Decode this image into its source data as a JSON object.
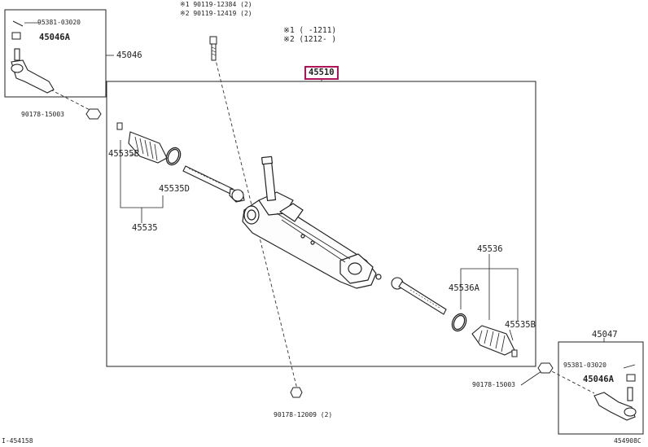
{
  "diagram": {
    "accent_color": "#b0135a",
    "main_assembly": {
      "part_no": "45510"
    },
    "left_tie_rod_end": {
      "part_no": "45046",
      "clip": "95381-03020",
      "nut": "45046A",
      "lock_nut": "90178-15003"
    },
    "right_tie_rod_end": {
      "part_no": "45047",
      "clip": "95381-03020",
      "nut": "45046A",
      "lock_nut": "90178-15003"
    },
    "top_bolt": {
      "line1": "※1 90119-12384 (2)",
      "line2": "※2 90119-12419 (2)"
    },
    "footnote": {
      "line1": "※1 (   -1211)",
      "line2": "※2 (1212-   )"
    },
    "bottom_nut": {
      "part_no": "90178-12009 (2)"
    },
    "left_boot": {
      "kit": "45535",
      "clamp": "45535B",
      "band": "45535D"
    },
    "right_boot": {
      "kit": "45536",
      "band": "45536A",
      "clamp": "45535B"
    },
    "corner_left": "I-454158",
    "corner_right": "454908C",
    "icons": [
      "steering-rack-icon",
      "tie-rod-end-icon",
      "boot-icon",
      "clamp-ring-icon",
      "nut-icon",
      "bolt-icon",
      "cotter-pin-icon"
    ]
  }
}
